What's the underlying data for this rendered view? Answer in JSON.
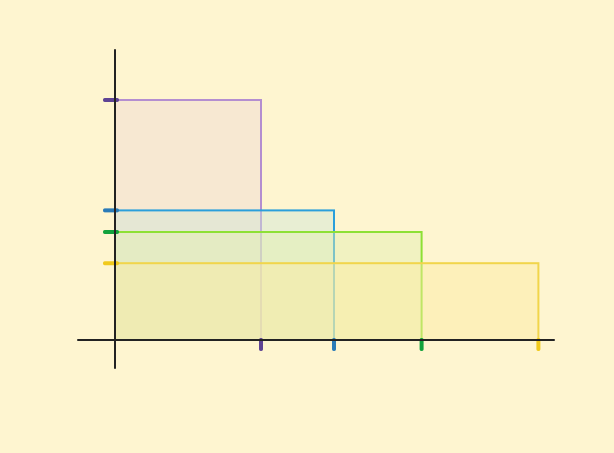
{
  "colors": {
    "background": "#FEF5D0",
    "axis": "#222222"
  },
  "rectangles": [
    {
      "id": "purple",
      "width": 1.0,
      "height": 1.0,
      "stroke": "#B48ED0",
      "fill": "#F0DDD3",
      "fill_opacity": 0.55,
      "marker": "#5E4394"
    },
    {
      "id": "blue",
      "width": 1.5,
      "height": 0.54,
      "stroke": "#2A9FDB",
      "fill": "#CFE6D8",
      "fill_opacity": 0.45,
      "marker": "#2A7BB8"
    },
    {
      "id": "green",
      "width": 2.1,
      "height": 0.45,
      "stroke": "#8DE035",
      "fill": "#E3F0B0",
      "fill_opacity": 0.45,
      "marker": "#11A23C"
    },
    {
      "id": "yellow",
      "width": 2.9,
      "height": 0.32,
      "stroke": "#F1D54B",
      "fill": "#FCEAA0",
      "fill_opacity": 0.45,
      "marker": "#F0C91C"
    }
  ]
}
